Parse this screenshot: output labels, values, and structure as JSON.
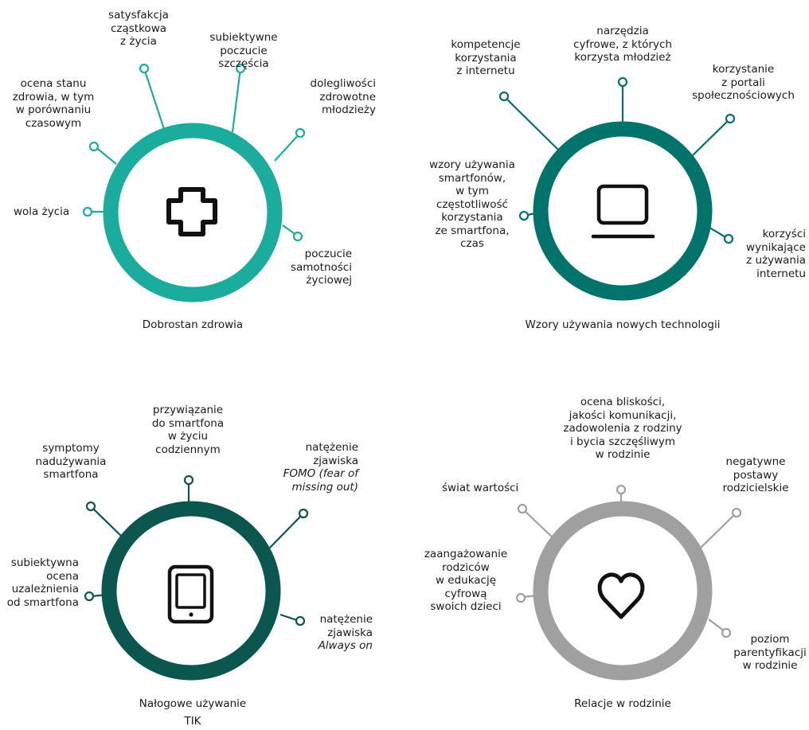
{
  "colors": {
    "health": "#1aac9c",
    "tech": "#00736b",
    "tik": "#0c5650",
    "family": "#a0a0a0",
    "text": "#1a1a1a"
  },
  "clusters": [
    {
      "title": [
        "Dobrostan zdrowia"
      ],
      "icon": "medical-cross-icon",
      "spokes": [
        {
          "lines": [
            "satysfakcja",
            "cząstkowa",
            "z życia"
          ]
        },
        {
          "lines": [
            "subiektywne",
            "poczucie",
            "szczęścia"
          ]
        },
        {
          "lines": [
            "dolegliwości",
            "zdrowotne",
            "młodzieży"
          ]
        },
        {
          "lines": [
            "ocena stanu",
            "zdrowia, w tym",
            "w porównaniu",
            "czasowym"
          ]
        },
        {
          "lines": [
            "wola życia"
          ]
        },
        {
          "lines": [
            "poczucie",
            "samotności",
            "życiowej"
          ]
        }
      ]
    },
    {
      "title": [
        "Wzory używania nowych technologii"
      ],
      "icon": "laptop-icon",
      "spokes": [
        {
          "lines": [
            "kompetencje",
            "korzystania",
            "z internetu"
          ]
        },
        {
          "lines": [
            "narzędzia",
            "cyfrowe, z których",
            "korzysta młodzież"
          ]
        },
        {
          "lines": [
            "korzystanie",
            "z portali",
            "społecznościowych"
          ]
        },
        {
          "lines": [
            "wzory używania",
            "smartfonów,",
            "w tym",
            "częstotliwość",
            "korzystania",
            "ze smartfona,",
            "czas"
          ]
        },
        {
          "lines": [
            "korzyści",
            "wynikające",
            "z używania",
            "internetu"
          ]
        }
      ]
    },
    {
      "title": [
        "Nałogowe używanie",
        "TIK"
      ],
      "icon": "smartphone-icon",
      "spokes": [
        {
          "lines": [
            "przywiązanie",
            "do smartfona",
            "w życiu",
            "codziennym"
          ]
        },
        {
          "lines": [
            "symptomy",
            "nadużywania",
            "smartfona"
          ]
        },
        {
          "lines": [
            "natężenie",
            "zjawiska",
            "FOMO (fear of",
            "missing out)"
          ]
        },
        {
          "lines": [
            "subiektywna",
            "ocena",
            "uzależnienia",
            "od smartfona"
          ]
        },
        {
          "lines": [
            "natężenie",
            "zjawiska",
            "Always on"
          ]
        }
      ]
    },
    {
      "title": [
        "Relacje w rodzinie"
      ],
      "icon": "heart-icon",
      "spokes": [
        {
          "lines": [
            "ocena bliskości,",
            "jakości komunikacji,",
            "zadowolenia z rodziny",
            "i bycia szczęśliwym",
            "w rodzinie"
          ]
        },
        {
          "lines": [
            "świat wartości"
          ]
        },
        {
          "lines": [
            "negatywne",
            "postawy",
            "rodzicielskie"
          ]
        },
        {
          "lines": [
            "zaangażowanie",
            "rodziców",
            "w edukację",
            "cyfrową",
            "swoich dzieci"
          ]
        },
        {
          "lines": [
            "poziom",
            "parentyfikacji",
            "w rodzinie"
          ]
        }
      ]
    }
  ]
}
